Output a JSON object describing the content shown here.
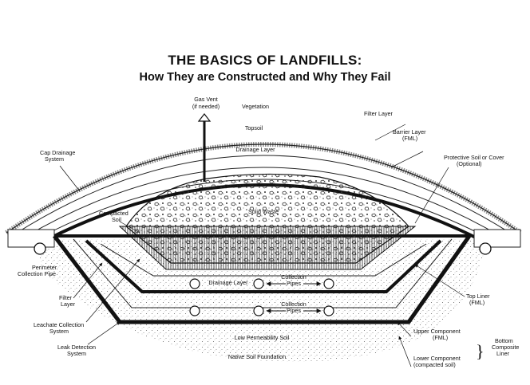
{
  "title": "THE BASICS OF LANDFILLS:",
  "subtitle": "How They are Constructed and Why They Fail",
  "labels": {
    "gas_vent_1": "Gas Vent",
    "gas_vent_2": "(if needed)",
    "vegetation": "Vegetation",
    "filter_layer_top": "Filter Layer",
    "topsoil": "Topsoil",
    "barrier_layer_1": "Barrier Layer",
    "barrier_layer_2": "(FML)",
    "cap_drainage_1": "Cap Drainage",
    "cap_drainage_2": "System",
    "drainage_layer_top": "Drainage Layer",
    "protective_soil_1": "Protective Soil or Cover",
    "protective_soil_2": "(Optional)",
    "compacted_soil_1": "Compacted",
    "compacted_soil_2": "Soil",
    "solid_waste": "Solid Waste",
    "perimeter_pipe_1": "Perimeter",
    "perimeter_pipe_2": "Collection Pipe",
    "drainage_layer_inner": "Drainage Layer",
    "collection_pipes_1a": "Collection",
    "collection_pipes_1b": "Pipes",
    "collection_pipes_2a": "Collection",
    "collection_pipes_2b": "Pipes",
    "filter_layer_left_1": "Filter",
    "filter_layer_left_2": "Layer",
    "top_liner_1": "Top Liner",
    "top_liner_2": "(FML)",
    "leachate_1": "Leachate Collection",
    "leachate_2": "System",
    "upper_component_1": "Upper Component",
    "upper_component_2": "(FML)",
    "bottom_composite_1": "Bottom",
    "bottom_composite_2": "Composite",
    "bottom_composite_3": "Liner",
    "low_permeability": "Low Permeability Soil",
    "leak_detection_1": "Leak Detection",
    "leak_detection_2": "System",
    "native_soil": "Native Soil Foundation",
    "lower_component_1": "Lower Component",
    "lower_component_2": "(compacted soil)"
  }
}
